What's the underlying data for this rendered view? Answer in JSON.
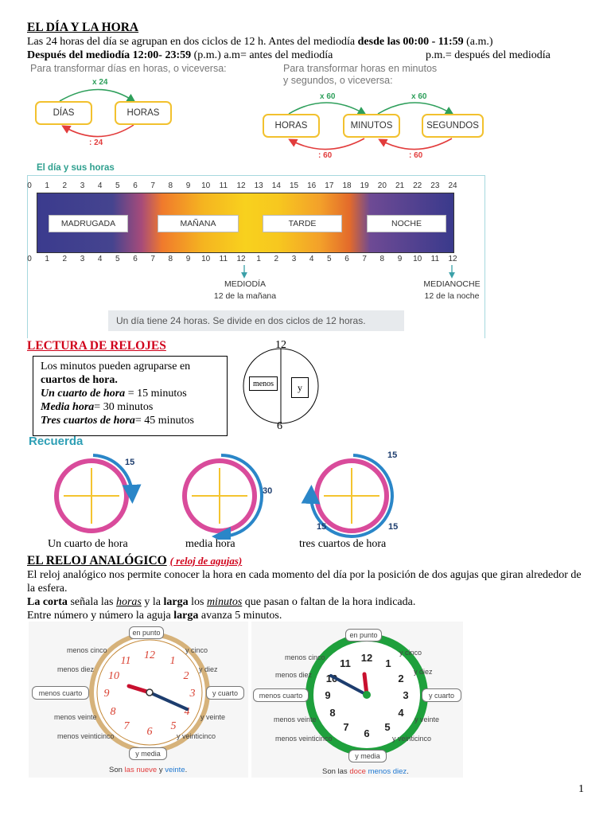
{
  "header": {
    "title": "EL DÍA Y LA HORA",
    "line1_pre": "Las 24 horas del día se agrupan en dos ciclos de 12 h. Antes del mediodía ",
    "line1_bold": "desde las 00:00 - 11:59",
    "line1_post": " (a.m.)",
    "line2_bold": "Después del mediodía 12:00- 23:59",
    "line2_post": " (p.m.)  a.m= antes del mediodía",
    "line2_right": "p.m.= después del mediodía"
  },
  "conversion": {
    "left_caption": "Para transformar días en horas, o viceversa:",
    "right_caption_1": "Para transformar horas en minutos",
    "right_caption_2": "y segundos, o viceversa:",
    "dias": "DÍAS",
    "horas": "HORAS",
    "minutos": "MINUTOS",
    "segundos": "SEGUNDOS",
    "x24": "x 24",
    "div24": ": 24",
    "x60a": "x 60",
    "x60b": "x 60",
    "div60a": ": 60",
    "div60b": ": 60"
  },
  "timeline": {
    "heading": "El día y sus horas",
    "top_ticks": [
      "0",
      "1",
      "2",
      "3",
      "4",
      "5",
      "6",
      "7",
      "8",
      "9",
      "10",
      "11",
      "12",
      "13",
      "14",
      "15",
      "16",
      "17",
      "18",
      "19",
      "20",
      "21",
      "22",
      "23",
      "24"
    ],
    "bottom_ticks": [
      "0",
      "1",
      "2",
      "3",
      "4",
      "5",
      "6",
      "7",
      "8",
      "9",
      "10",
      "11",
      "12",
      "1",
      "2",
      "3",
      "4",
      "5",
      "6",
      "7",
      "8",
      "9",
      "10",
      "11",
      "12"
    ],
    "bands": [
      "MADRUGADA",
      "MAÑANA",
      "TARDE",
      "NOCHE"
    ],
    "mediodia": "MEDIODÍA",
    "mediodia_sub": "12 de la mañana",
    "medianoche": "MEDIANOCHE",
    "medianoche_sub": "12 de la noche",
    "note": "Un día tiene 24 horas. Se divide en dos ciclos de 12 horas."
  },
  "lectura": {
    "title": "LECTURA DE RELOJES",
    "box_line1": "Los minutos pueden agruparse en",
    "box_line2": "cuartos de hora.",
    "cuarto_label": "Un cuarto de hora",
    "cuarto_value": " = 15 minutos",
    "media_label": "Media hora",
    "media_value": "= 30 minutos",
    "tres_label": "Tres cuartos de hora",
    "tres_value": "= 45 minutos",
    "dial_12": "12",
    "dial_6": "6",
    "menos": "menos",
    "y": "y"
  },
  "recuerda": {
    "heading": "Recuerda",
    "clock1_caption": "Un cuarto de hora",
    "clock2_caption": "media hora",
    "clock3_caption": "tres cuartos de hora",
    "n15": "15",
    "n30": "30",
    "n15b": "15",
    "n15c": "15",
    "n15d": "15"
  },
  "analogico": {
    "title": "EL RELOJ ANALÓGICO",
    "subtitle": "( reloj de agujas)",
    "p1": "El reloj analógico nos permite conocer la hora en cada momento del día por la posición de dos agujas que giran alrededor de la esfera.",
    "p2_a": "La corta",
    "p2_b": " señala las ",
    "p2_c": "horas",
    "p2_d": " y la ",
    "p2_e": "larga",
    "p2_f": " los ",
    "p2_g": "minutos",
    "p2_h": " que pasan o faltan de la hora indicada.",
    "p3_a": "Entre número y número la aguja ",
    "p3_b": "larga",
    "p3_c": " avanza  5 minutos."
  },
  "clock_labels": {
    "en_punto": "en punto",
    "y_cinco": "y cinco",
    "y_diez": "y diez",
    "y_cuarto": "y cuarto",
    "y_veinte": "y veinte",
    "y_veinticinco": "y veinticinco",
    "y_media": "y media",
    "menos_cinco": "menos cinco",
    "menos_diez": "menos diez",
    "menos_cuarto": "menos cuarto",
    "menos_veinte": "menos veinte",
    "menos_veinticinco": "menos veinticinco"
  },
  "clock_a": {
    "son": "Son ",
    "las": "las nueve",
    "y": " y ",
    "min": "veinte",
    "dot": "."
  },
  "clock_b": {
    "son": "Son las ",
    "las": "doce",
    "sp": " ",
    "min": "menos diez",
    "dot": "."
  },
  "page_number": "1"
}
